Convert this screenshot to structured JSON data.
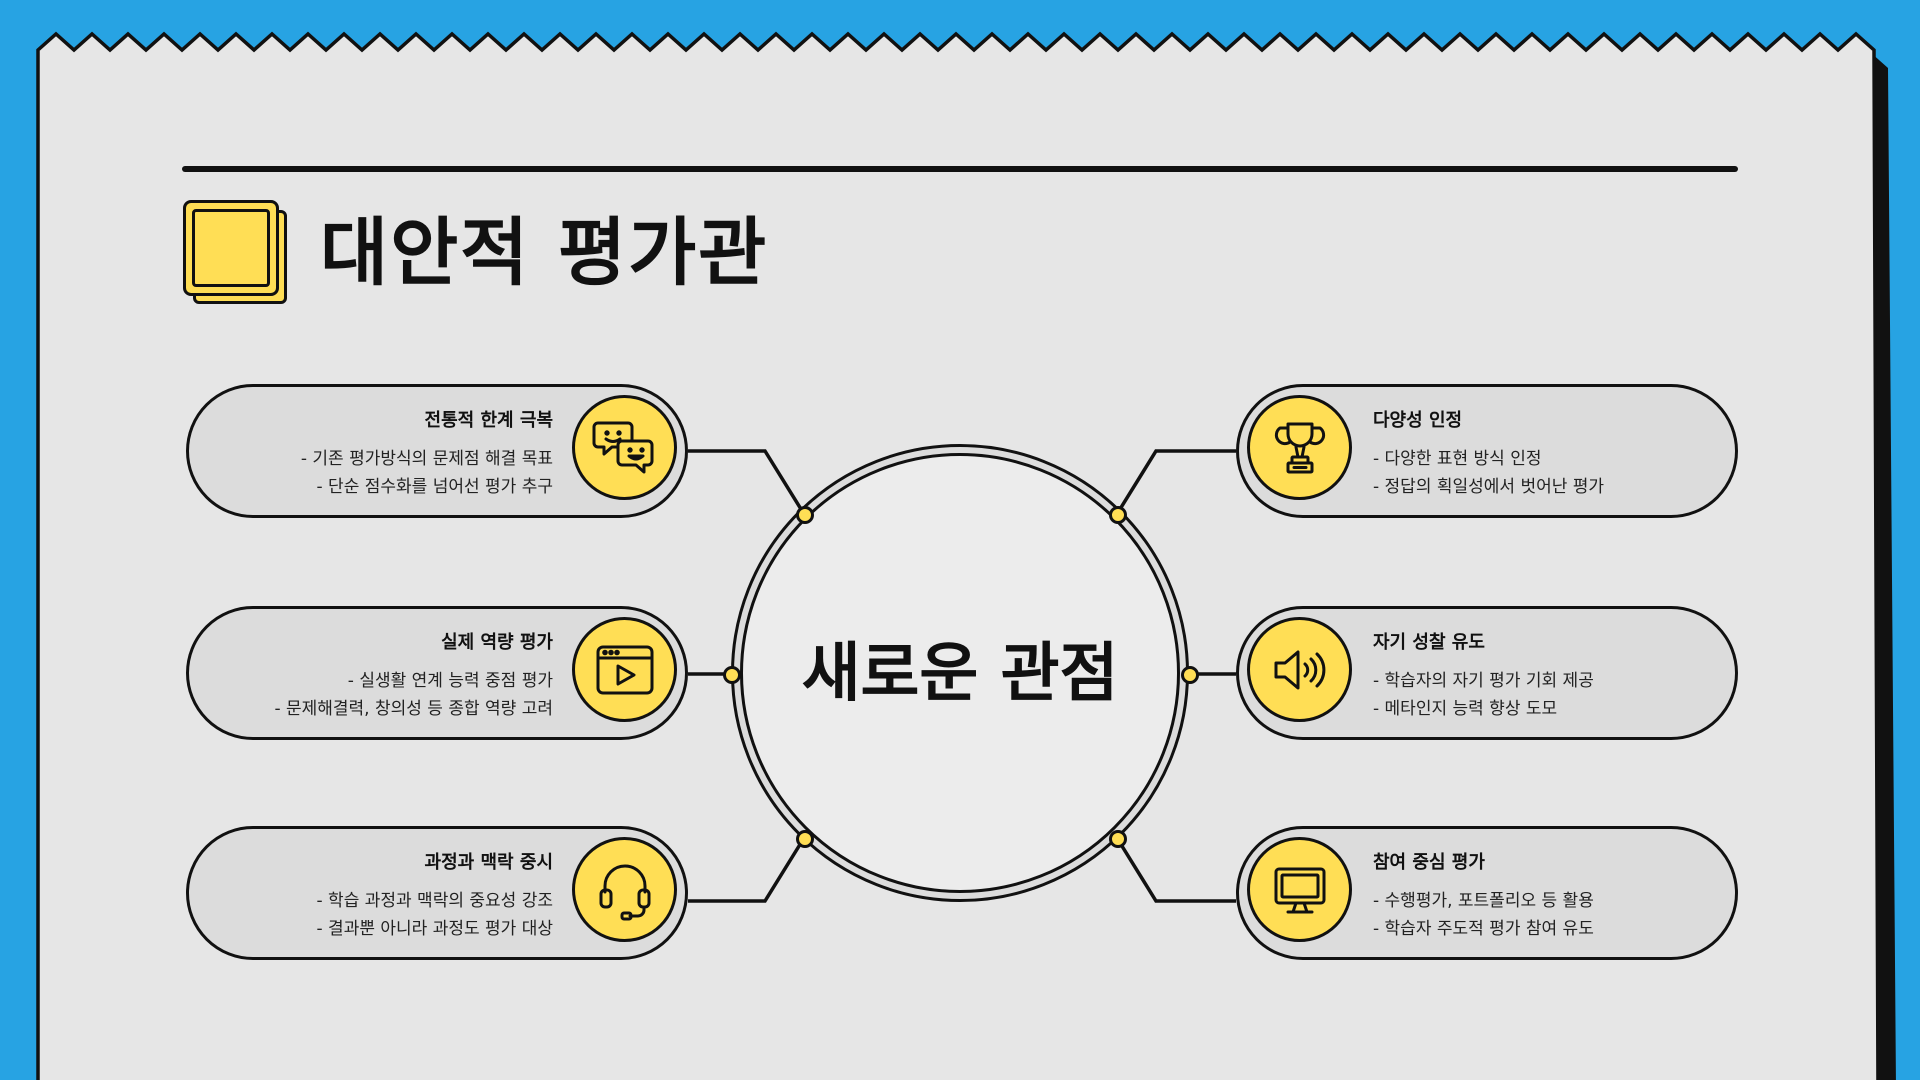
{
  "title": "대안적 평가관",
  "center": "새로운 관점",
  "colors": {
    "background": "#27a3e3",
    "paper": "#e6e6e6",
    "accent": "#ffde55",
    "ink": "#111111",
    "pill": "#dcdcdc"
  },
  "nodes": [
    {
      "icon": "speech-bubbles-icon",
      "title": "전통적 한계 극복",
      "bullets": [
        "- 기존 평가방식의 문제점 해결 목표",
        "- 단순 점수화를 넘어선 평가 추구"
      ]
    },
    {
      "icon": "video-player-icon",
      "title": "실제 역량 평가",
      "bullets": [
        "- 실생활 연계 능력 중점 평가",
        "- 문제해결력, 창의성 등 종합 역량 고려"
      ]
    },
    {
      "icon": "headset-icon",
      "title": "과정과 맥락 중시",
      "bullets": [
        "- 학습 과정과 맥락의 중요성 강조",
        "- 결과뿐 아니라 과정도 평가 대상"
      ]
    },
    {
      "icon": "trophy-icon",
      "title": "다양성 인정",
      "bullets": [
        "- 다양한 표현 방식 인정",
        "- 정답의 획일성에서 벗어난 평가"
      ]
    },
    {
      "icon": "speaker-icon",
      "title": "자기 성찰 유도",
      "bullets": [
        "- 학습자의 자기 평가 기회 제공",
        "- 메타인지 능력 향상 도모"
      ]
    },
    {
      "icon": "monitor-icon",
      "title": "참여 중심 평가",
      "bullets": [
        "- 수행평가, 포트폴리오 등 활용",
        "- 학습자 주도적 평가 참여 유도"
      ]
    }
  ]
}
